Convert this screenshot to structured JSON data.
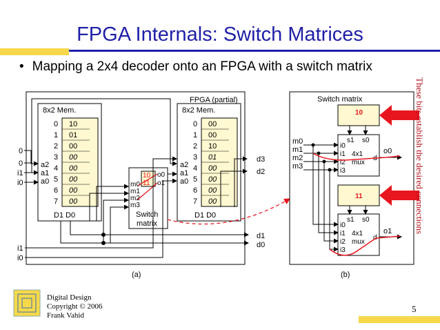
{
  "slide": {
    "title": "FPGA Internals: Switch Matrices",
    "bullet": "Mapping a 2x4 decoder onto an FPGA with a switch matrix",
    "page_number": "5",
    "footer": [
      "Digital Design",
      "Copyright © 2006",
      "Frank Vahid"
    ],
    "side_note": "These bits establish the desired connections"
  },
  "panel_a": {
    "caption": "(a)",
    "fpga_label": "FPGA (partial)",
    "mem1": {
      "title": "8x2 Mem.",
      "addresses": [
        "0",
        "1",
        "2",
        "3",
        "4",
        "5",
        "6",
        "7"
      ],
      "values": [
        "10",
        "01",
        "00",
        "00",
        "00",
        "00",
        "00",
        "00"
      ],
      "footer": "D1 D0",
      "addr_labels": [
        "a2",
        "a1",
        "a0"
      ]
    },
    "mem2": {
      "title": "8x2 Mem.",
      "addresses": [
        "0",
        "1",
        "2",
        "3",
        "4",
        "5",
        "6",
        "7"
      ],
      "values": [
        "00",
        "00",
        "10",
        "01",
        "00",
        "00",
        "00",
        "00"
      ],
      "footer": "D1 D0",
      "addr_labels": [
        "a2",
        "a1",
        "a0"
      ]
    },
    "switch": {
      "bits": [
        "10",
        "11"
      ],
      "outputs": [
        "o0",
        "o1"
      ],
      "inputs": [
        "m0",
        "m1",
        "m2",
        "m3"
      ],
      "label_line1": "Switch",
      "label_line2": "matrix"
    },
    "left_inputs": [
      "0",
      "0",
      "i1",
      "i0"
    ],
    "bottom_inputs": [
      "i1",
      "i0"
    ],
    "right_outputs": [
      "d3",
      "d2",
      "d1",
      "d0"
    ]
  },
  "panel_b": {
    "caption": "(b)",
    "title": "Switch matrix",
    "mem_top": "10",
    "mem_bottom": "11",
    "inputs": [
      "m0",
      "m1",
      "m2",
      "m3"
    ],
    "mux": {
      "select": [
        "s1",
        "s0"
      ],
      "inputs": [
        "i0",
        "i1",
        "i2",
        "i3"
      ],
      "name": "4x1",
      "name2": "mux",
      "out": "d"
    },
    "outputs": [
      "o0",
      "o1"
    ]
  },
  "colors": {
    "title": "#1f1fa8",
    "highlight": "#e8161e",
    "memory_fill": "#fff8d0",
    "accent_bar": "#f6d84a"
  }
}
